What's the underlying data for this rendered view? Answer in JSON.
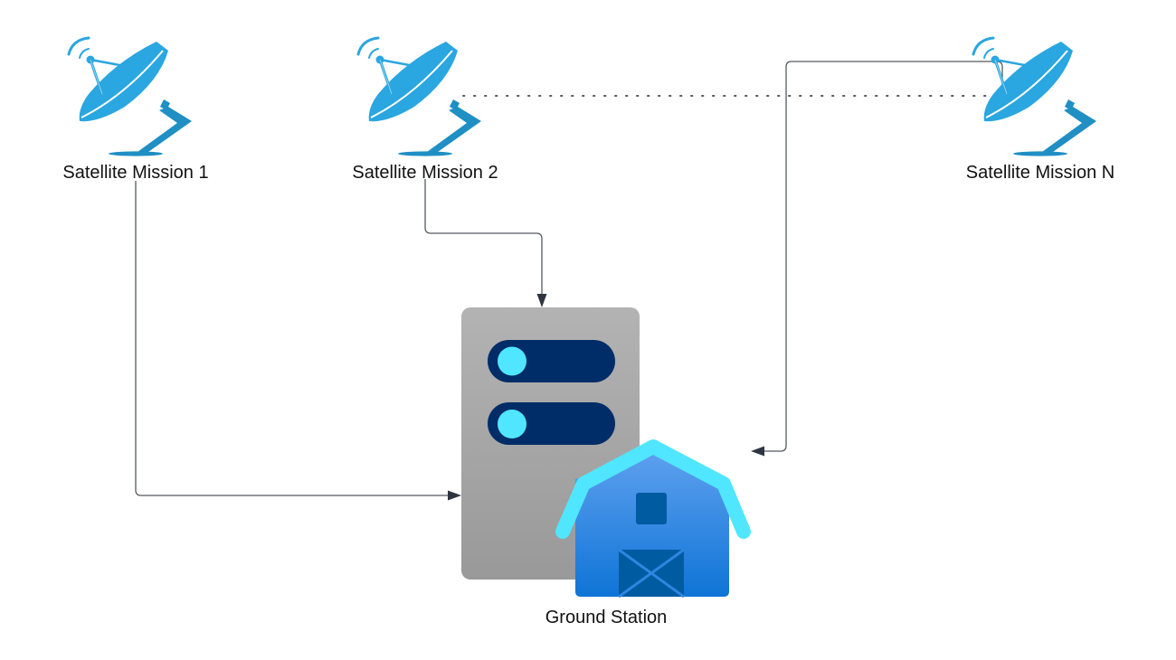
{
  "diagram": {
    "nodes": [
      {
        "id": "sat1",
        "label": "Satellite Mission 1",
        "icon": "satellite-dish-icon"
      },
      {
        "id": "sat2",
        "label": "Satellite Mission 2",
        "icon": "satellite-dish-icon"
      },
      {
        "id": "satN",
        "label": "Satellite Mission N",
        "icon": "satellite-dish-icon"
      },
      {
        "id": "ground",
        "label": "Ground Station",
        "icon": "ground-station-icon"
      }
    ],
    "edges": [
      {
        "from": "sat1",
        "to": "ground",
        "style": "solid",
        "arrow": true
      },
      {
        "from": "sat2",
        "to": "ground",
        "style": "solid",
        "arrow": true
      },
      {
        "from": "satN",
        "to": "ground",
        "style": "solid",
        "arrow": true
      },
      {
        "from": "sat2",
        "to": "satN",
        "style": "dotted",
        "arrow": false
      }
    ],
    "colors": {
      "dish": "#2aa6e0",
      "dish_dark": "#1f8fc4",
      "server_top": "#b3b3b3",
      "server_bottom": "#9a9a9a",
      "server_slot": "#002d67",
      "server_led": "#50e6ff",
      "barn_roof": "#50e6ff",
      "barn_top": "#5ea0ef",
      "barn_bottom": "#0f74d6",
      "barn_detail": "#005ba1",
      "connector": "#555a60",
      "arrowhead": "#2f3540"
    }
  }
}
